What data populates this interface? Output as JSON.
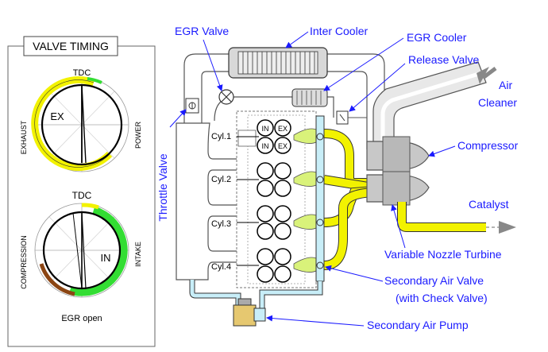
{
  "valve_timing": {
    "title": "VALVE TIMING",
    "top_chart": {
      "tdc": "TDC",
      "ex": "EX",
      "left": "EXHAUST",
      "right": "POWER"
    },
    "bottom_chart": {
      "tdc": "TDC",
      "in": "IN",
      "left": "COMPRESSION",
      "right": "INTAKE",
      "bottom": "EGR open"
    }
  },
  "labels": {
    "egr_valve": "EGR Valve",
    "inter_cooler": "Inter Cooler",
    "egr_cooler": "EGR Cooler",
    "release_valve": "Release Valve",
    "air": "Air",
    "cleaner": "Cleaner",
    "compressor": "Compressor",
    "catalyst": "Catalyst",
    "variable_nozzle_turbine": "Variable Nozzle Turbine",
    "secondary_air_valve": "Secondary Air Valve",
    "with_check_valve": "(with Check Valve)",
    "secondary_air_pump": "Secondary Air Pump",
    "throttle_valve": "Throttle Valve"
  },
  "cylinders": [
    "Cyl.1",
    "Cyl.2",
    "Cyl.3",
    "Cyl.4"
  ],
  "valve_marks": {
    "in": "IN",
    "ex": "EX"
  },
  "colors": {
    "label_blue": "#1a1aff",
    "exhaust_yellow": "#f2f200",
    "intake_green": "#33dd33",
    "egr_brown": "#8b4513",
    "manifold_green": "#d9f27a",
    "pipe_cyan": "#c8eef8",
    "turbo_grey": "#c8c8c8"
  }
}
